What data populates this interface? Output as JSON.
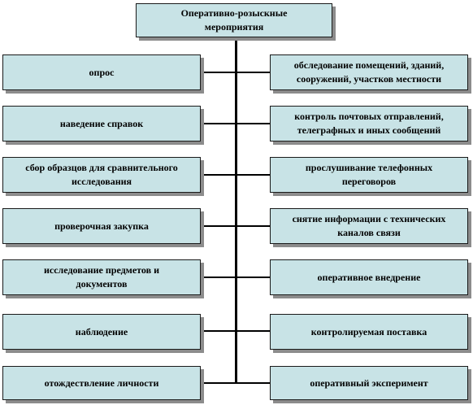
{
  "diagram": {
    "root": {
      "label": "Оперативно-розыскные мероприятия"
    },
    "left_items": [
      {
        "label": "опрос"
      },
      {
        "label": "наведение справок"
      },
      {
        "label": "сбор образцов для сравнительного исследования"
      },
      {
        "label": "проверочная закупка"
      },
      {
        "label": "исследование предметов и документов"
      },
      {
        "label": "наблюдение"
      },
      {
        "label": "отождествление личности"
      }
    ],
    "right_items": [
      {
        "label": "обследование помещений, зданий, сооружений, участков местности"
      },
      {
        "label": "контроль почтовых отправлений, телеграфных и иных сообщений"
      },
      {
        "label": "прослушивание телефонных переговоров"
      },
      {
        "label": "снятие информации с технических каналов связи"
      },
      {
        "label": "оперативное внедрение"
      },
      {
        "label": "контролируемая поставка"
      },
      {
        "label": "оперативный эксперимент"
      }
    ]
  }
}
